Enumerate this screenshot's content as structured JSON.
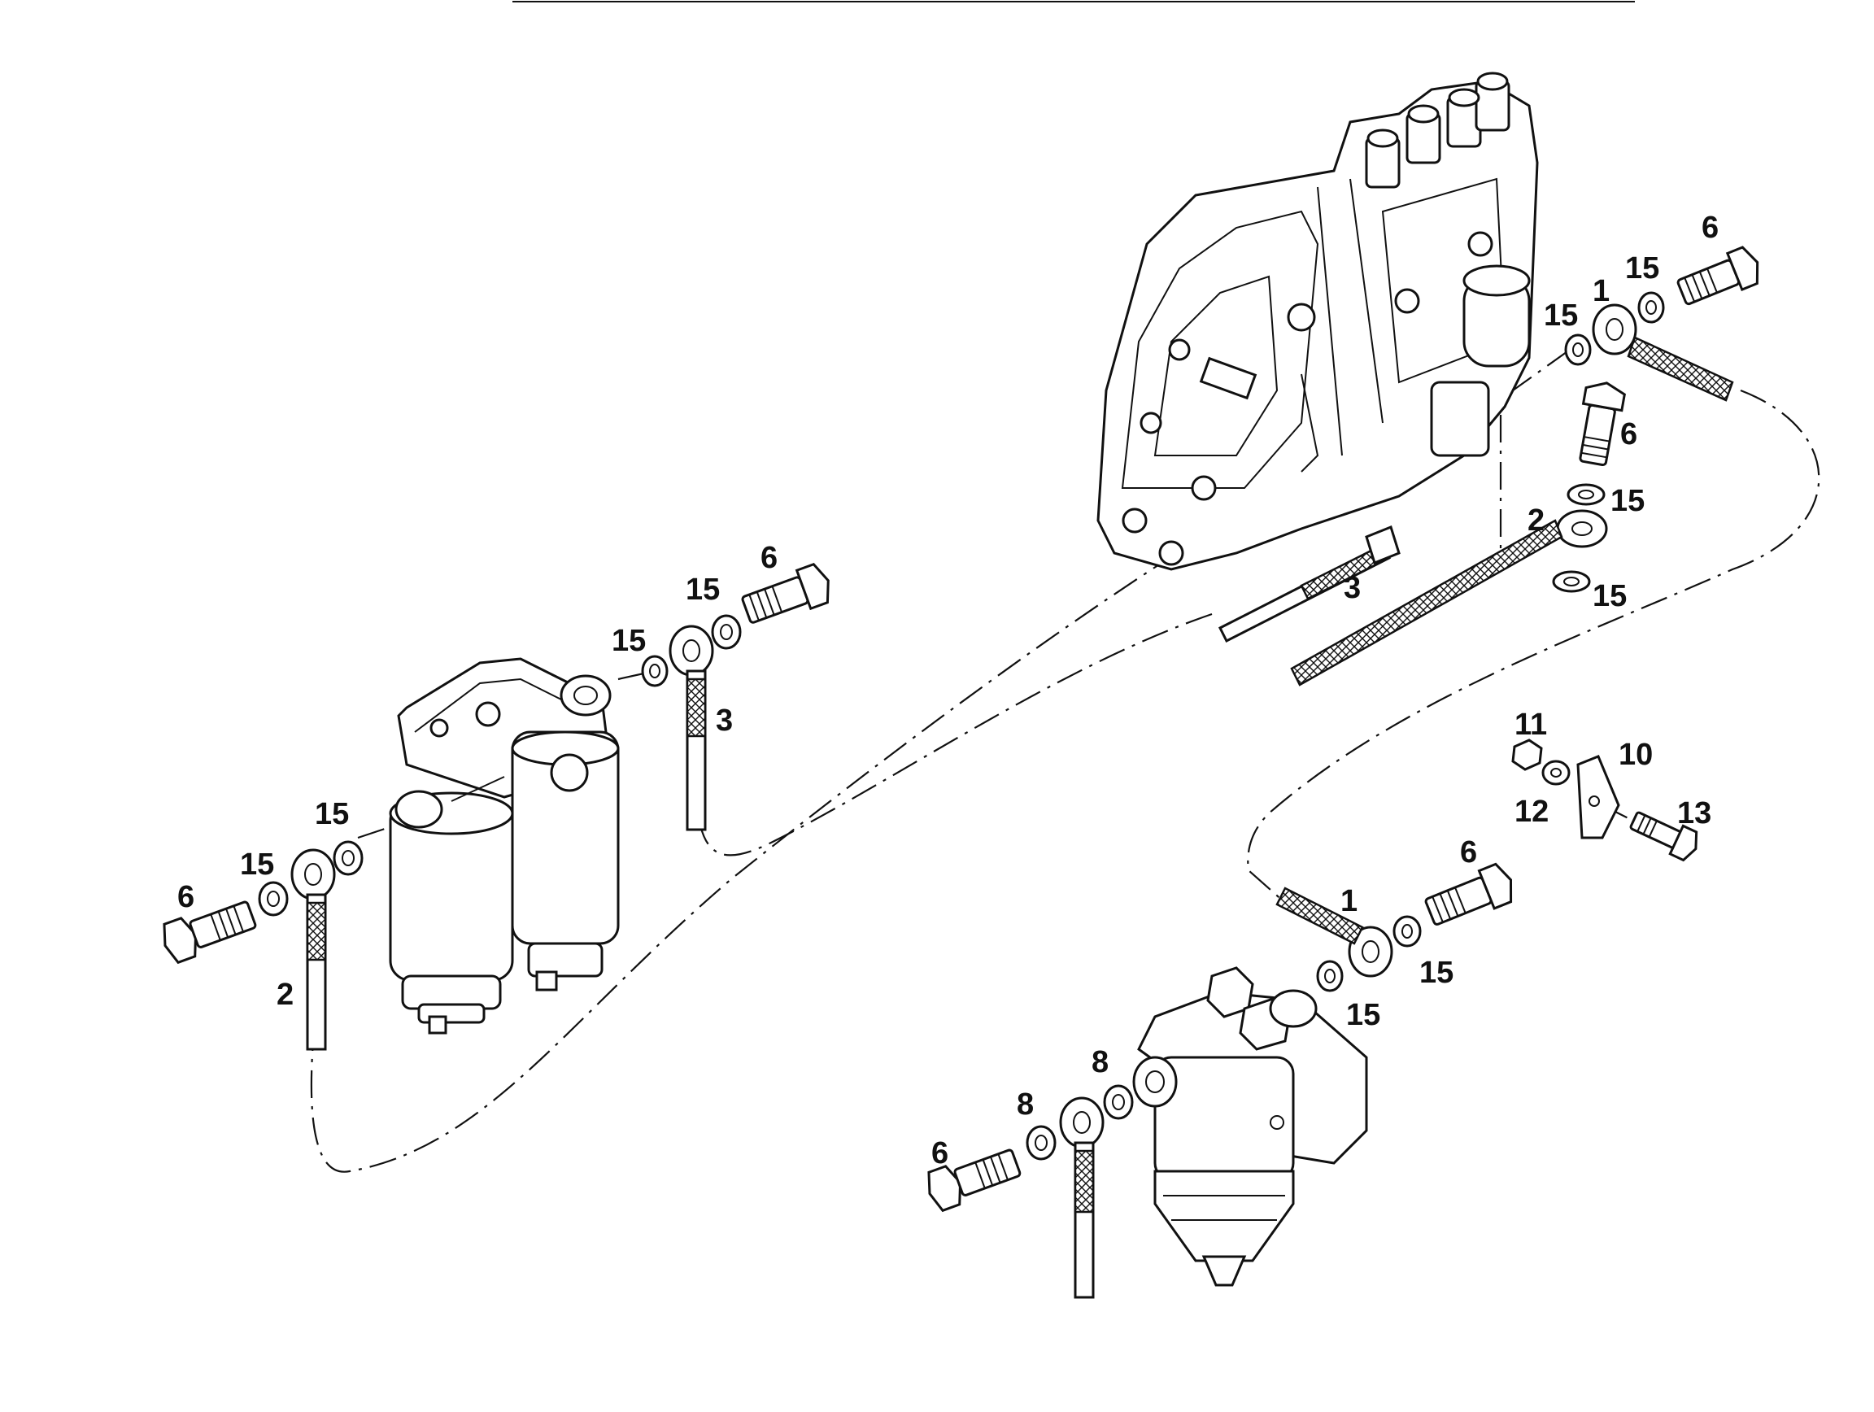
{
  "diagram": {
    "callouts": {
      "pump_bolt_top": "6",
      "pump_washer_top_outer": "15",
      "pump_fitting_top": "1",
      "pump_washer_top_inner": "15",
      "pump_bolt_mid": "6",
      "pump_washer_mid_upper": "15",
      "pump_fitting_mid": "2",
      "pump_washer_mid_lower": "15",
      "pump_pipe": "3",
      "df_bolt_right": "6",
      "df_washer_right_outer": "15",
      "df_washer_right_inner": "15",
      "df_pipe_right": "3",
      "df_bolt_left": "6",
      "df_washer_left_outer": "15",
      "df_washer_left_inner": "15",
      "df_pipe_left": "2",
      "clamp_nut": "11",
      "clamp_block": "10",
      "clamp_washer": "12",
      "clamp_screw": "13",
      "sf_pipe_top": "1",
      "sf_bolt_top": "6",
      "sf_washer_top_outer": "15",
      "sf_washer_top_inner": "15",
      "sf_washer_left_outer": "8",
      "sf_washer_left_inner": "8",
      "sf_bolt_left": "6"
    }
  }
}
